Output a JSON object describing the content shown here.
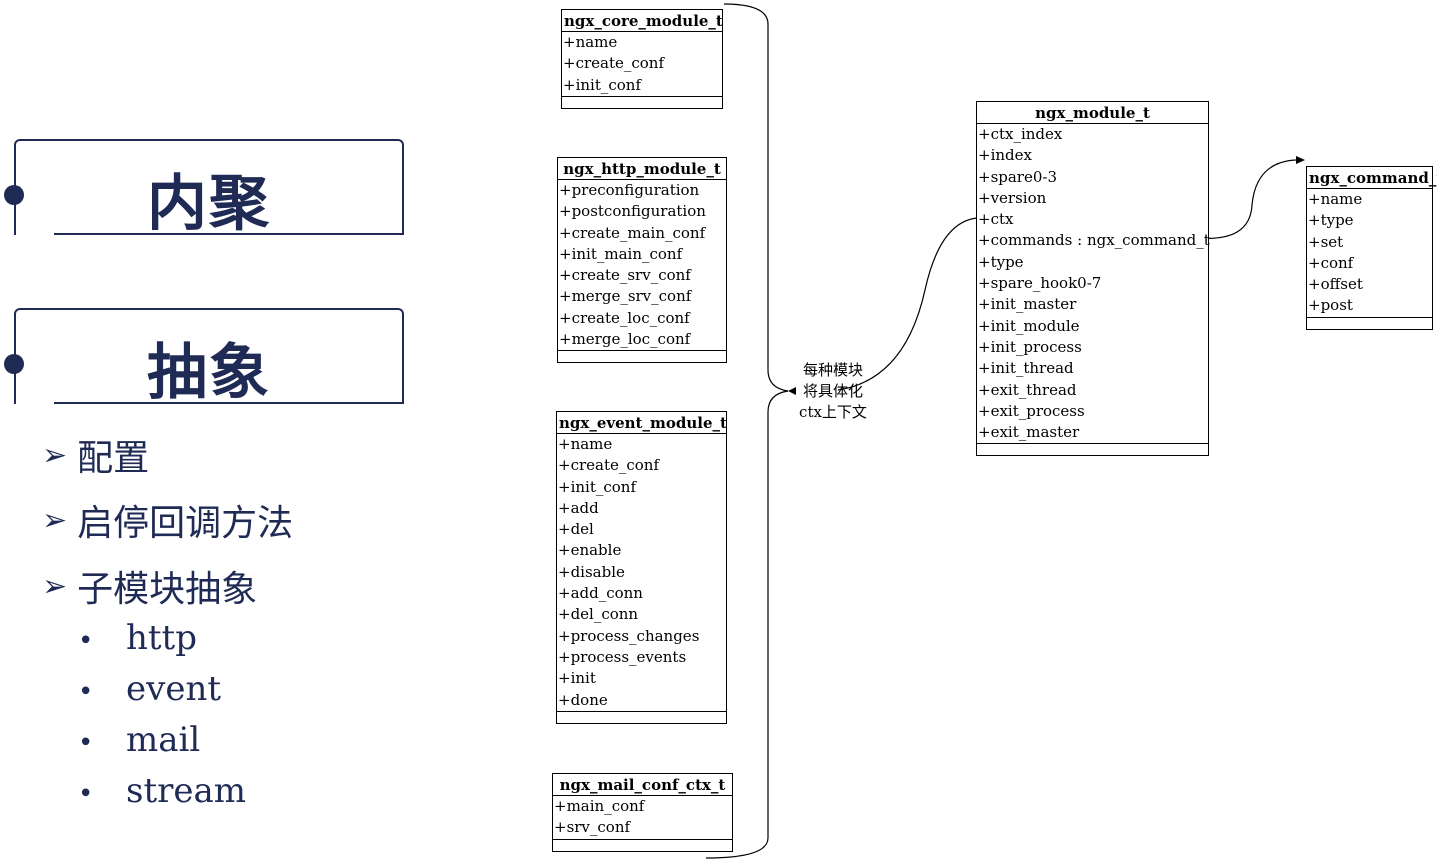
{
  "left_panel": {
    "heading_1": "内聚",
    "heading_2": "抽象",
    "points": [
      "配置",
      "启停回调方法",
      "子模块抽象"
    ],
    "sub_points": [
      "http",
      "event",
      "mail",
      "stream"
    ]
  },
  "classes": {
    "core": {
      "title": "ngx_core_module_t",
      "attrs": [
        "+name",
        "+create_conf",
        "+init_conf"
      ]
    },
    "http": {
      "title": "ngx_http_module_t",
      "attrs": [
        "+preconfiguration",
        "+postconfiguration",
        "+create_main_conf",
        "+init_main_conf",
        "+create_srv_conf",
        "+merge_srv_conf",
        "+create_loc_conf",
        "+merge_loc_conf"
      ]
    },
    "event": {
      "title": "ngx_event_module_t",
      "attrs": [
        "+name",
        "+create_conf",
        "+init_conf",
        "+add",
        "+del",
        "+enable",
        "+disable",
        "+add_conn",
        "+del_conn",
        "+process_changes",
        "+process_events",
        "+init",
        "+done"
      ]
    },
    "mail": {
      "title": "ngx_mail_conf_ctx_t",
      "attrs": [
        "+main_conf",
        "+srv_conf"
      ]
    },
    "module": {
      "title": "ngx_module_t",
      "attrs": [
        "+ctx_index",
        "+index",
        "+spare0-3",
        "+version",
        "+ctx",
        "+commands : ngx_command_t",
        "+type",
        "+spare_hook0-7",
        "+init_master",
        "+init_module",
        "+init_process",
        "+init_thread",
        "+exit_thread",
        "+exit_process",
        "+exit_master"
      ]
    },
    "command": {
      "title": "ngx_command_t",
      "attrs": [
        "+name",
        "+type",
        "+set",
        "+conf",
        "+offset",
        "+post"
      ]
    }
  },
  "note_lines": [
    "每种模块",
    "将具体化",
    "ctx上下文"
  ]
}
